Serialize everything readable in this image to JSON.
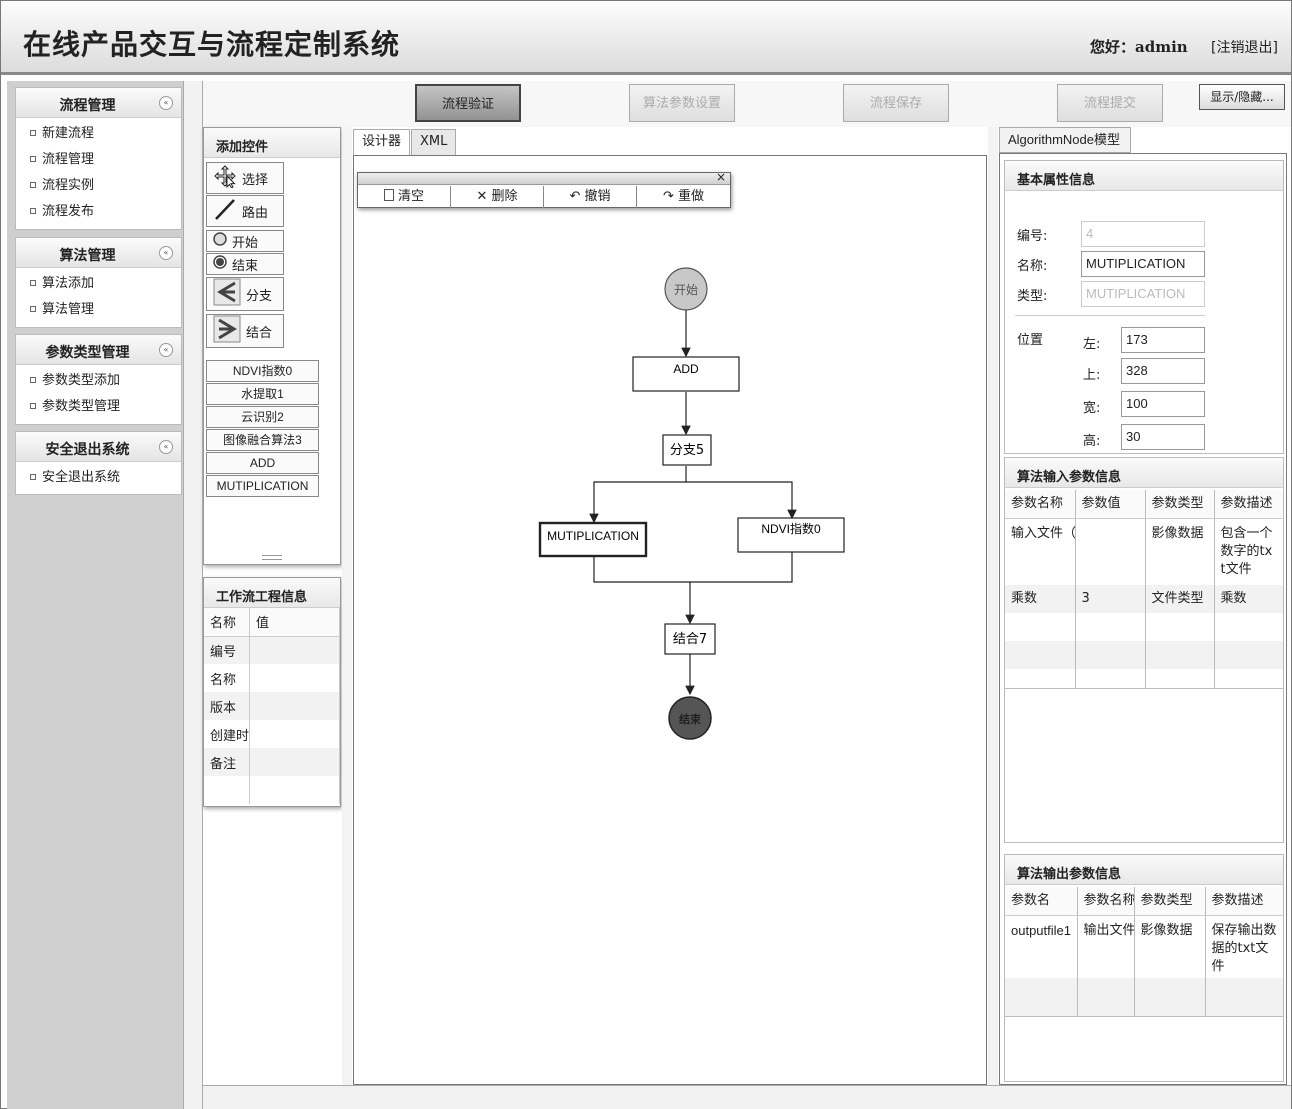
{
  "header": {
    "title": "在线产品交互与流程定制系统",
    "greeting": "您好：admin",
    "logout": "[注销退出]"
  },
  "sidebar": {
    "sections": [
      {
        "title": "流程管理",
        "items": [
          "新建流程",
          "流程管理",
          "流程实例",
          "流程发布"
        ]
      },
      {
        "title": "算法管理",
        "items": [
          "算法添加",
          "算法管理"
        ]
      },
      {
        "title": "参数类型管理",
        "items": [
          "参数类型添加",
          "参数类型管理"
        ]
      },
      {
        "title": "安全退出系统",
        "items": [
          "安全退出系统"
        ]
      }
    ],
    "toggle_glyph": "«"
  },
  "toolbar": {
    "validate": "流程验证",
    "algo_params": "算法参数设置",
    "save": "流程保存",
    "submit": "流程提交",
    "show_hide": "显示/隐藏..."
  },
  "controls": {
    "title": "添加控件",
    "select": "选择",
    "route": "路由",
    "start": "开始",
    "end": "结束",
    "branch": "分支",
    "join": "结合",
    "nodes": [
      "NDVI指数0",
      "水提取1",
      "云识别2",
      "图像融合算法3",
      "ADD",
      "MUTIPLICATION"
    ]
  },
  "workflow_info": {
    "title": "工作流工程信息",
    "col_name": "名称",
    "col_value": "值",
    "rows": [
      "编号",
      "名称",
      "版本",
      "创建时",
      "备注",
      ""
    ]
  },
  "designer": {
    "tabs": [
      "设计器",
      "XML"
    ],
    "float_toolbar": {
      "close": "×",
      "clear": "清空",
      "delete": "删除",
      "undo": "撤销",
      "redo": "重做"
    },
    "flow": {
      "start": "开始",
      "add": "ADD",
      "branch": "分支5",
      "mult": "MUTIPLICATION",
      "ndvi": "NDVI指数0",
      "join": "结合7",
      "end": "结束"
    }
  },
  "properties": {
    "tab": "AlgorithmNode模型",
    "basic": {
      "title": "基本属性信息",
      "id_label": "编号:",
      "id_value": "4",
      "name_label": "名称:",
      "name_value": "MUTIPLICATION",
      "type_label": "类型:",
      "type_value": "MUTIPLICATION",
      "pos_label": "位置",
      "left_label": "左:",
      "left_value": "173",
      "top_label": "上:",
      "top_value": "328",
      "width_label": "宽:",
      "width_value": "100",
      "height_label": "高:",
      "height_value": "30"
    },
    "input": {
      "title": "算法输入参数信息",
      "headers": [
        "参数名称",
        "参数值",
        "参数类型",
        "参数描述"
      ],
      "rows": [
        [
          "输入文件（",
          "",
          "影像数据",
          "包含一个数字的txt文件"
        ],
        [
          "乘数",
          "3",
          "文件类型",
          "乘数"
        ]
      ]
    },
    "output": {
      "title": "算法输出参数信息",
      "headers": [
        "参数名",
        "参数名称",
        "参数类型",
        "参数描述"
      ],
      "rows": [
        [
          "outputfile1",
          "输出文件",
          "影像数据",
          "保存输出数据的txt文件"
        ]
      ]
    }
  }
}
